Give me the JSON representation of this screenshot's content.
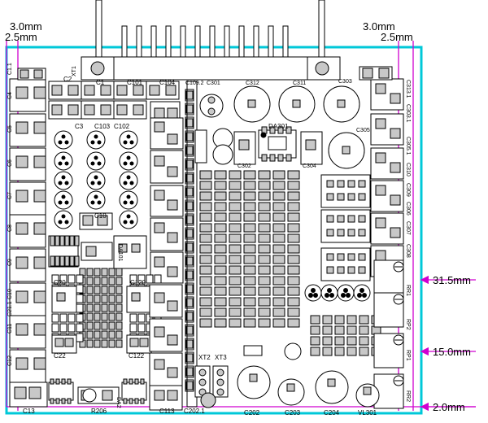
{
  "dimensions": {
    "top_left_outer": "3.0mm",
    "top_left_inner": "2.5mm",
    "top_right_outer": "3.0mm",
    "top_right_inner": "2.5mm",
    "right_upper": "31.5mm",
    "right_middle": "15.0mm",
    "bottom_right": "2.0mm"
  },
  "colors": {
    "outline": "#00c8d8",
    "dimension": "#d000d0",
    "copper": "#c8c8c8",
    "ink": "#000000"
  },
  "connector": {
    "label": "XT1",
    "pins": 12
  },
  "labels": {
    "C1": "C1",
    "C2": "C2",
    "C3": "C3",
    "C101": "C101",
    "C102": "C102",
    "C103": "C103",
    "C104": "C104",
    "C10": "C10",
    "C13": "C13",
    "C113": "C113",
    "C20": "C20",
    "C120": "C120",
    "C22": "C22",
    "C122": "C122",
    "C202_1": "C202.1",
    "C202": "C202",
    "C203": "C203",
    "C204": "C204",
    "C301": "C301",
    "C302": "C302",
    "C303": "C303",
    "C304": "C304",
    "C305": "C305",
    "C311": "C311",
    "C312": "C312",
    "C313_1": "C313.1",
    "C303_1": "C303.1",
    "C305_1": "C305.1",
    "C310": "C310",
    "C309": "C309",
    "C306": "C306",
    "C307": "C307",
    "C308": "C308",
    "DA301": "DA301",
    "DA101": "DA101",
    "DA2": "DA2",
    "R206": "R206",
    "VL301": "VL301",
    "XT2": "XT2",
    "XT3": "XT3",
    "RP1": "RP1",
    "RP2": "RP2",
    "RR1": "RR1",
    "RR2": "RR2",
    "C109_2": "C109.2"
  },
  "left_column_labels": [
    "C1.1",
    "C4",
    "C5",
    "C6",
    "C7",
    "C8",
    "C9",
    "C10",
    "C21.1",
    "C11",
    "C12"
  ]
}
